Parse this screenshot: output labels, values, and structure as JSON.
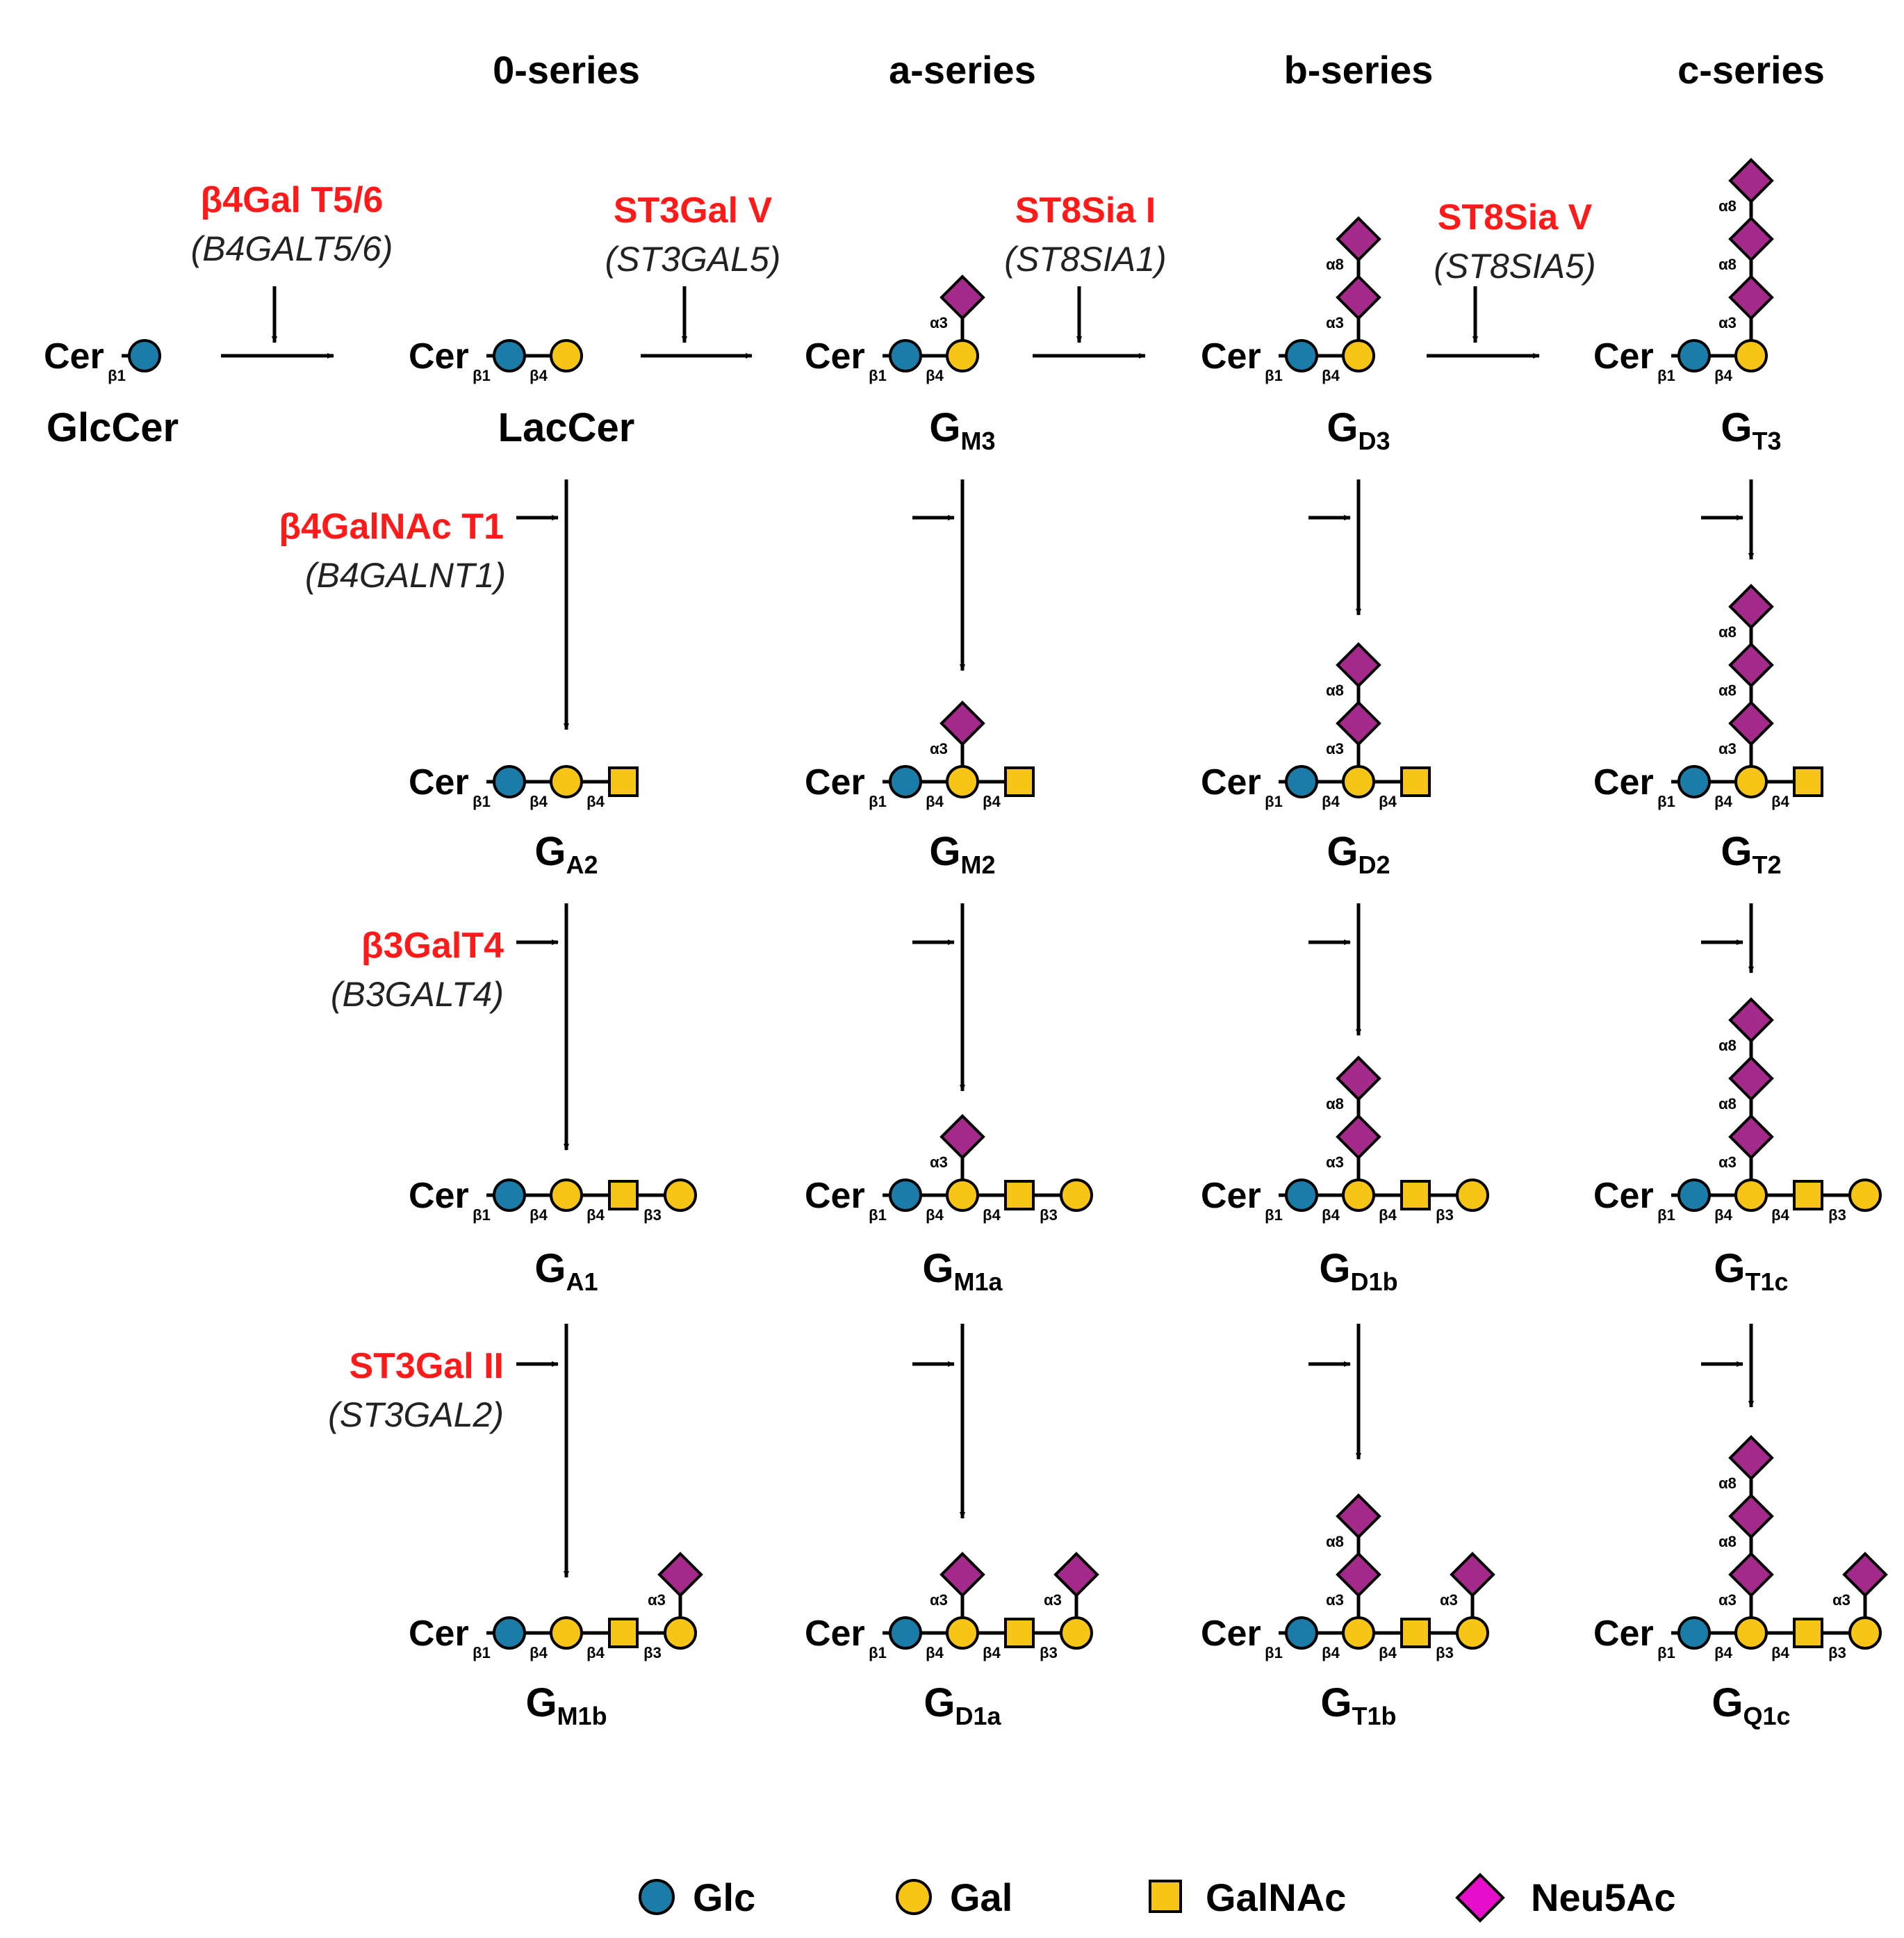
{
  "colors": {
    "glc": "#1b7ca8",
    "gal": "#f6c516",
    "galnac": "#f6c516",
    "neu5ac": "#a32a8a",
    "neu5ac_legend": "#e60ec8",
    "enzyme": "#ff1a1a",
    "stroke": "#000000"
  },
  "series": [
    "0-series",
    "a-series",
    "b-series",
    "c-series"
  ],
  "cer_label": "Cer",
  "enzymes": {
    "e1": {
      "name": "β4Gal T5/6",
      "gene": "(B4GALT5/6)"
    },
    "e2": {
      "name": "ST3Gal V",
      "gene": "(ST3GAL5)"
    },
    "e3": {
      "name": "ST8Sia I",
      "gene": "(ST8SIA1)"
    },
    "e4": {
      "name": "ST8Sia V",
      "gene": "(ST8SIA5)"
    },
    "e5": {
      "name": "β4GalNAc T1",
      "gene": "(B4GALNT1)"
    },
    "e6": {
      "name": "β3GalT4",
      "gene": "(B3GALT4)"
    },
    "e7": {
      "name": "ST3Gal II",
      "gene": "(ST3GAL2)"
    }
  },
  "compounds": {
    "glccer": {
      "main": "GlcCer"
    },
    "laccer": {
      "main": "LacCer"
    },
    "gm3": {
      "main": "G",
      "sub": "M3"
    },
    "gd3": {
      "main": "G",
      "sub": "D3"
    },
    "gt3": {
      "main": "G",
      "sub": "T3"
    },
    "ga2": {
      "main": "G",
      "sub": "A2"
    },
    "gm2": {
      "main": "G",
      "sub": "M2"
    },
    "gd2": {
      "main": "G",
      "sub": "D2"
    },
    "gt2": {
      "main": "G",
      "sub": "T2"
    },
    "ga1": {
      "main": "G",
      "sub": "A1"
    },
    "gm1a": {
      "main": "G",
      "sub": "M1a"
    },
    "gd1b": {
      "main": "G",
      "sub": "D1b"
    },
    "gt1c": {
      "main": "G",
      "sub": "T1c"
    },
    "gm1b": {
      "main": "G",
      "sub": "M1b"
    },
    "gd1a": {
      "main": "G",
      "sub": "D1a"
    },
    "gt1b": {
      "main": "G",
      "sub": "T1b"
    },
    "gq1c": {
      "main": "G",
      "sub": "Q1c"
    }
  },
  "linkages": {
    "b1": "β1",
    "b3": "β3",
    "b4": "β4",
    "a3": "α3",
    "a8": "α8"
  },
  "legend": [
    {
      "label": "Glc",
      "symbol": "circle-glc"
    },
    {
      "label": "Gal",
      "symbol": "circle-gal"
    },
    {
      "label": "GalNAc",
      "symbol": "square-galnac"
    },
    {
      "label": "Neu5Ac",
      "symbol": "diamond-neu5ac"
    }
  ]
}
